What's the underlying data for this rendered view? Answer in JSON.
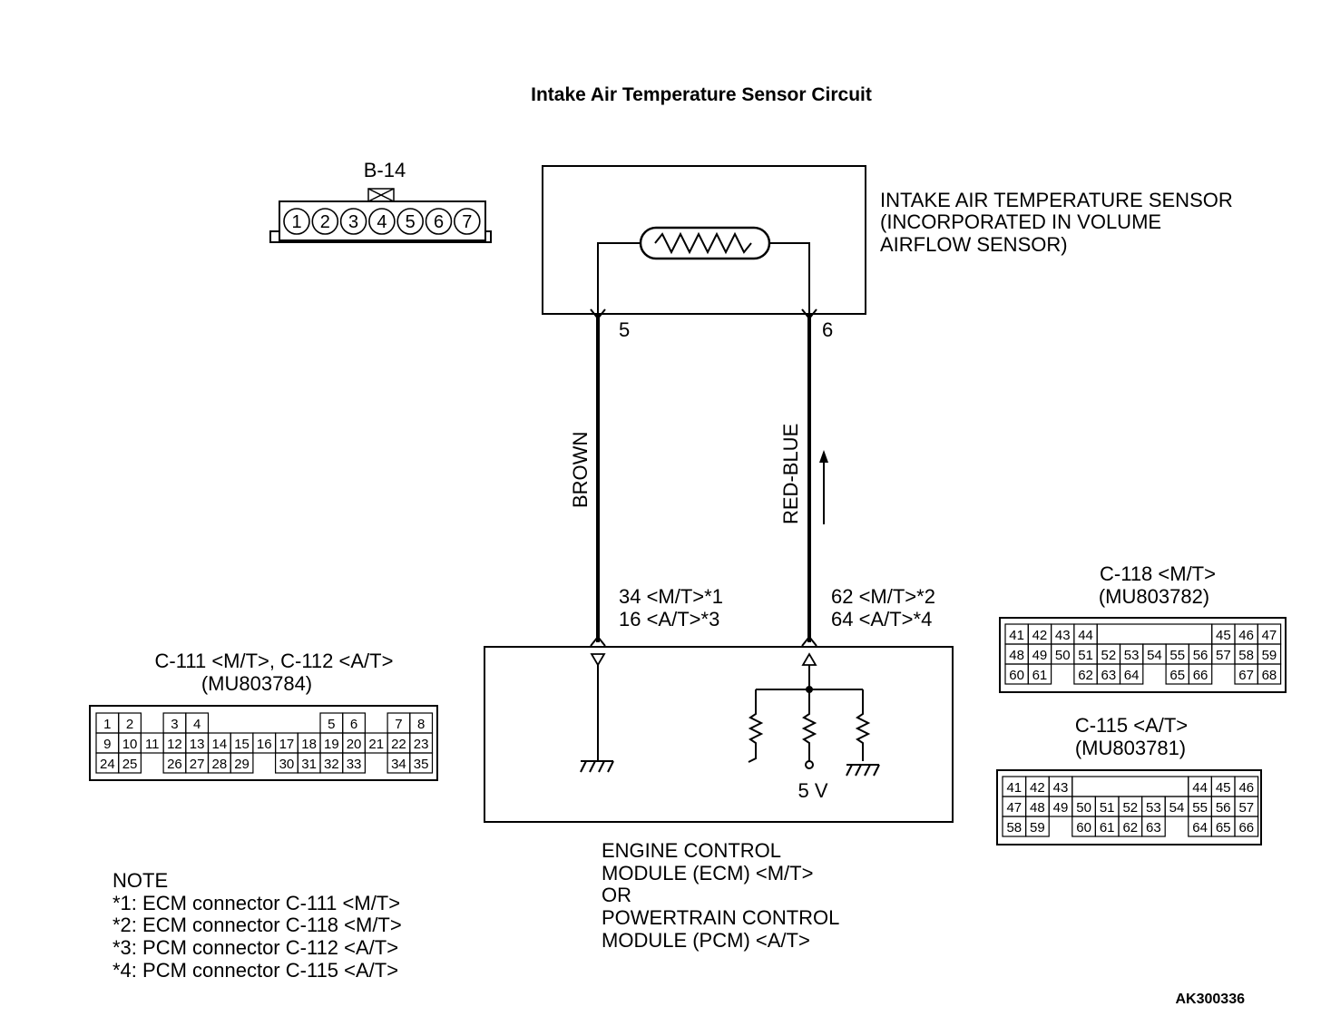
{
  "title": "Intake Air Temperature Sensor Circuit",
  "figure_id": "AK300336",
  "colors": {
    "ink": "#000000",
    "background": "#ffffff"
  },
  "sensor_connector": {
    "label": "B-14",
    "pins": [
      "1",
      "2",
      "3",
      "4",
      "5",
      "6",
      "7"
    ]
  },
  "sensor": {
    "label_lines": [
      "INTAKE AIR TEMPERATURE SENSOR",
      "(INCORPORATED IN VOLUME",
      "AIRFLOW SENSOR)"
    ],
    "pin_left": "5",
    "pin_right": "6"
  },
  "wires": {
    "left_color": "BROWN",
    "right_color": "RED-BLUE",
    "left_terminals": [
      "34 <M/T>*1",
      "16 <A/T>*3"
    ],
    "right_terminals": [
      "62 <M/T>*2",
      "64 <A/T>*4"
    ]
  },
  "module": {
    "voltage": "5 V",
    "label_lines": [
      "ENGINE CONTROL",
      "MODULE (ECM) <M/T>",
      "OR",
      "POWERTRAIN CONTROL",
      "MODULE (PCM) <A/T>"
    ]
  },
  "connector_c111": {
    "title": "C-111 <M/T>, C-112 <A/T>",
    "part": "(MU803784)",
    "rows": [
      [
        "1",
        "2",
        "",
        "3",
        "4",
        "",
        "",
        "",
        "",
        "",
        "5",
        "6",
        "",
        "7",
        "8"
      ],
      [
        "9",
        "10",
        "11",
        "12",
        "13",
        "14",
        "15",
        "16",
        "17",
        "18",
        "19",
        "20",
        "21",
        "22",
        "23"
      ],
      [
        "24",
        "25",
        "",
        "26",
        "27",
        "28",
        "29",
        "",
        "30",
        "31",
        "32",
        "33",
        "",
        "34",
        "35"
      ]
    ]
  },
  "connector_c118": {
    "title": "C-118 <M/T>",
    "part": "(MU803782)",
    "rows": [
      [
        "41",
        "42",
        "43",
        "44",
        "",
        "",
        "",
        "",
        "",
        "45",
        "46",
        "47"
      ],
      [
        "48",
        "49",
        "50",
        "51",
        "52",
        "53",
        "54",
        "55",
        "56",
        "57",
        "58",
        "59"
      ],
      [
        "60",
        "61",
        "",
        "62",
        "63",
        "64",
        "",
        "65",
        "66",
        "",
        "67",
        "68"
      ]
    ]
  },
  "connector_c115": {
    "title": "C-115 <A/T>",
    "part": "(MU803781)",
    "rows": [
      [
        "41",
        "42",
        "43",
        "",
        "",
        "",
        "",
        "",
        "44",
        "45",
        "46"
      ],
      [
        "47",
        "48",
        "49",
        "50",
        "51",
        "52",
        "53",
        "54",
        "55",
        "56",
        "57"
      ],
      [
        "58",
        "59",
        "",
        "60",
        "61",
        "62",
        "63",
        "",
        "64",
        "65",
        "66"
      ]
    ]
  },
  "note": {
    "heading": "NOTE",
    "lines": [
      "*1: ECM connector C-111 <M/T>",
      "*2: ECM connector C-118 <M/T>",
      "*3: PCM connector C-112 <A/T>",
      "*4: PCM connector C-115 <A/T>"
    ]
  }
}
